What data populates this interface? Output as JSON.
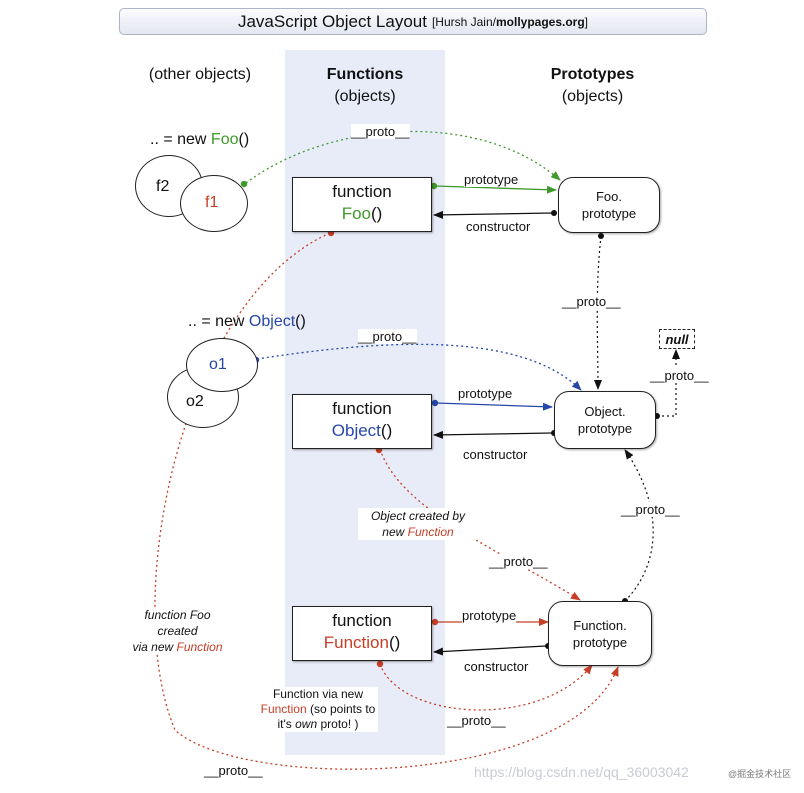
{
  "title": {
    "main": "JavaScript Object Layout",
    "credit_prefix": "[Hursh Jain/",
    "credit_site": "mollypages.org",
    "credit_suffix": "]"
  },
  "columns": {
    "other": "(other objects)",
    "functions_title": "Functions",
    "functions_sub": "(objects)",
    "prototypes_title": "Prototypes",
    "prototypes_sub": "(objects)"
  },
  "instances": {
    "foo_prefix": ".. = new ",
    "foo_name": "Foo",
    "foo_suffix": "()",
    "f1": "f1",
    "f2": "f2",
    "object_prefix": ".. = new ",
    "object_name": "Object",
    "object_suffix": "()",
    "o1": "o1",
    "o2": "o2"
  },
  "function_boxes": {
    "foo": {
      "keyword": "function",
      "name": "Foo",
      "parens": "()"
    },
    "object": {
      "keyword": "function",
      "name": "Object",
      "parens": "()"
    },
    "function": {
      "keyword": "function",
      "name": "Function",
      "parens": "()"
    }
  },
  "prototype_boxes": {
    "foo": {
      "line1": "Foo.",
      "line2": "prototype"
    },
    "object": {
      "line1": "Object.",
      "line2": "prototype"
    },
    "function": {
      "line1": "Function.",
      "line2": "prototype"
    }
  },
  "null_label": "null",
  "edge_labels": {
    "proto": "__proto__",
    "prototype": "prototype",
    "constructor": "constructor"
  },
  "notes": {
    "object_created_line1": "Object created by",
    "object_created_new": "new ",
    "object_created_fn": "Function",
    "foo_created_line1": "function Foo",
    "foo_created_line2": "created",
    "foo_created_via": "via new ",
    "foo_created_fn": "Function",
    "fn_via_line1": "Function via new",
    "fn_via_fn": "Function",
    "fn_via_rest": " (so points to",
    "fn_via_line3a": "it's ",
    "fn_via_own": "own",
    "fn_via_line3b": " proto! )"
  },
  "watermark": {
    "url": "https://blog.csdn.net/qq_36003042",
    "tag": "@掘金技术社区"
  },
  "colors": {
    "green": "#3f9a2b",
    "blue": "#2547a8",
    "red": "#c63e25",
    "band": "#e8ebf8"
  }
}
